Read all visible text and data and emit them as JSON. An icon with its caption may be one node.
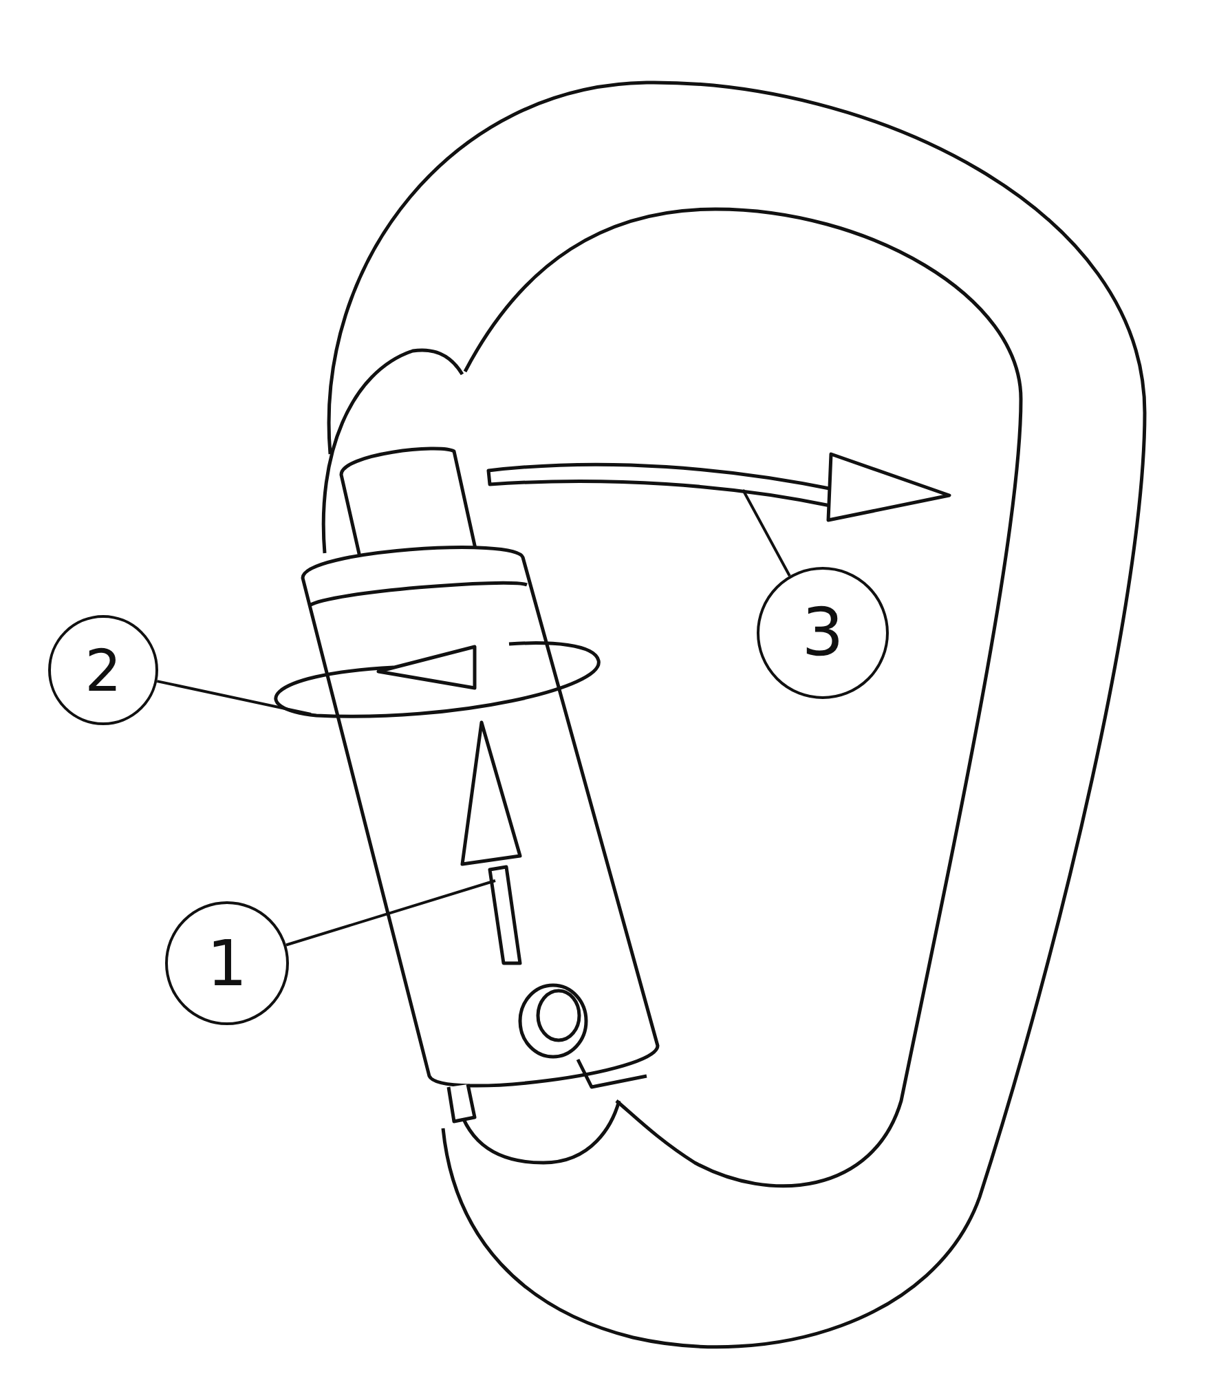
{
  "diagram": {
    "nodes": [
      {
        "text": [
          "1"
        ]
      },
      {
        "text": [
          "2"
        ]
      },
      {
        "text": [
          "3"
        ]
      },
      {
        "text": [],
        "shape": "arrow"
      },
      {
        "text": [],
        "shape": "arrow"
      },
      {
        "text": [],
        "shape": "arrow"
      }
    ],
    "edges": [
      {
        "from": 0,
        "to": 3,
        "arrow": "none"
      },
      {
        "from": 1,
        "to": 4,
        "arrow": "none"
      },
      {
        "from": 2,
        "to": 5,
        "arrow": "none"
      }
    ]
  }
}
